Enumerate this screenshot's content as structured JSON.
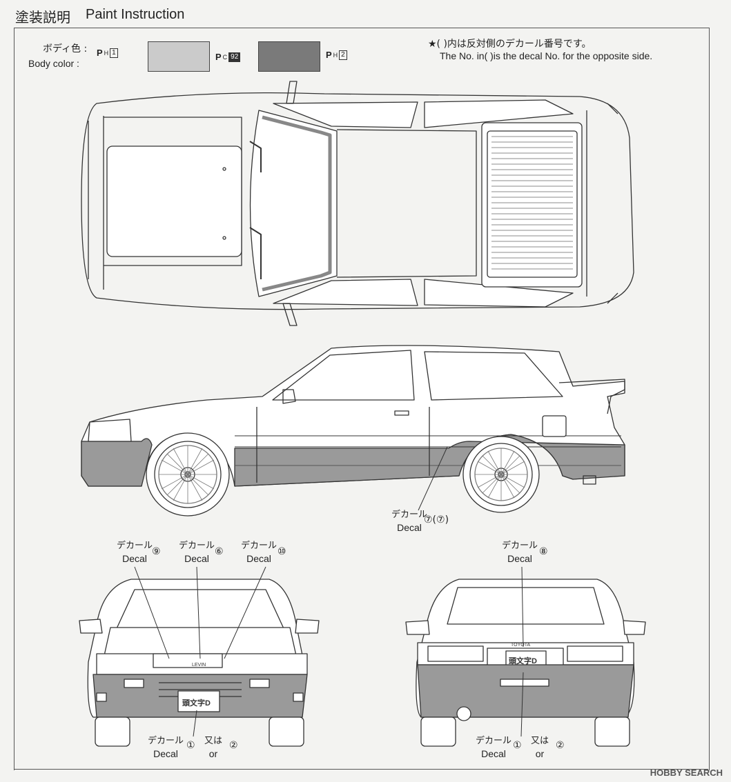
{
  "header": {
    "title_jp": "塗装説明",
    "title_en": "Paint Instruction"
  },
  "body_color": {
    "label_jp": "ボディ色 :",
    "label_en": "Body color :",
    "paints": [
      {
        "prefix": "P",
        "sub": "H",
        "code": "1",
        "style": "boxed"
      },
      {
        "prefix": "P",
        "sub": "C",
        "code": "92",
        "style": "inverted"
      },
      {
        "prefix": "P",
        "sub": "H",
        "code": "2",
        "style": "boxed"
      }
    ],
    "swatches": [
      "#cbcbcb",
      "#7a7a7a"
    ]
  },
  "note": {
    "line_jp": "★(   )内は反対側のデカール番号です。",
    "line_en": "The No. in(   )is the decal No. for the opposite side."
  },
  "callouts": {
    "side": {
      "jp": "デカール",
      "en": "Decal",
      "num": "⑦(⑦)"
    },
    "front_9": {
      "jp": "デカール",
      "en": "Decal",
      "num": "⑨"
    },
    "front_6": {
      "jp": "デカール",
      "en": "Decal",
      "num": "⑥"
    },
    "front_10": {
      "jp": "デカール",
      "en": "Decal",
      "num": "⑩"
    },
    "rear_8": {
      "jp": "デカール",
      "en": "Decal",
      "num": "⑧"
    },
    "front_plate": {
      "jp": "デカール",
      "en": "Decal",
      "num": "①",
      "or_jp": "又は",
      "or_en": "or",
      "alt": "②"
    },
    "rear_plate": {
      "jp": "デカール",
      "en": "Decal",
      "num": "①",
      "or_jp": "又は",
      "or_en": "or",
      "alt": "②"
    }
  },
  "car_text": {
    "levin": "LEVIN",
    "toyota": "TOYOTA",
    "plate": "頭文字D"
  },
  "watermark": "HOBBY SEARCH"
}
